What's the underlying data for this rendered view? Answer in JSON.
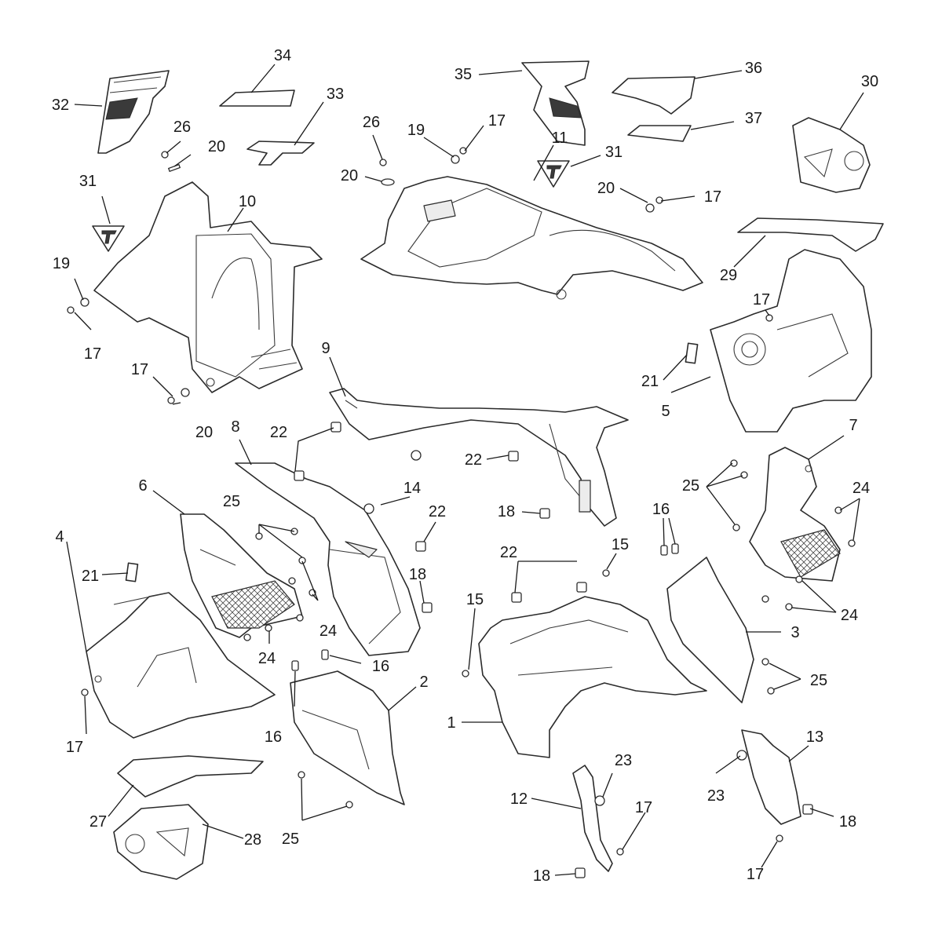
{
  "callouts": [
    {
      "id": "c1",
      "text": "1"
    },
    {
      "id": "c2",
      "text": "2"
    },
    {
      "id": "c3",
      "text": "3"
    },
    {
      "id": "c4",
      "text": "4"
    },
    {
      "id": "c5",
      "text": "5"
    },
    {
      "id": "c6",
      "text": "6"
    },
    {
      "id": "c7",
      "text": "7"
    },
    {
      "id": "c8",
      "text": "8"
    },
    {
      "id": "c9",
      "text": "9"
    },
    {
      "id": "c10",
      "text": "10"
    },
    {
      "id": "c11",
      "text": "11"
    },
    {
      "id": "c12",
      "text": "12"
    },
    {
      "id": "c13",
      "text": "13"
    },
    {
      "id": "c14",
      "text": "14"
    },
    {
      "id": "c15a",
      "text": "15"
    },
    {
      "id": "c15b",
      "text": "15"
    },
    {
      "id": "c16a",
      "text": "16"
    },
    {
      "id": "c16b",
      "text": "16"
    },
    {
      "id": "c16c",
      "text": "16"
    },
    {
      "id": "c17a",
      "text": "17"
    },
    {
      "id": "c17b",
      "text": "17"
    },
    {
      "id": "c17c",
      "text": "17"
    },
    {
      "id": "c17d",
      "text": "17"
    },
    {
      "id": "c17e",
      "text": "17"
    },
    {
      "id": "c17f",
      "text": "17"
    },
    {
      "id": "c17g",
      "text": "17"
    },
    {
      "id": "c17h",
      "text": "17"
    },
    {
      "id": "c18a",
      "text": "18"
    },
    {
      "id": "c18b",
      "text": "18"
    },
    {
      "id": "c18c",
      "text": "18"
    },
    {
      "id": "c18d",
      "text": "18"
    },
    {
      "id": "c19a",
      "text": "19"
    },
    {
      "id": "c19b",
      "text": "19"
    },
    {
      "id": "c20a",
      "text": "20"
    },
    {
      "id": "c20b",
      "text": "20"
    },
    {
      "id": "c20c",
      "text": "20"
    },
    {
      "id": "c20d",
      "text": "20"
    },
    {
      "id": "c21a",
      "text": "21"
    },
    {
      "id": "c21b",
      "text": "21"
    },
    {
      "id": "c22a",
      "text": "22"
    },
    {
      "id": "c22b",
      "text": "22"
    },
    {
      "id": "c22c",
      "text": "22"
    },
    {
      "id": "c22d",
      "text": "22"
    },
    {
      "id": "c23a",
      "text": "23"
    },
    {
      "id": "c23b",
      "text": "23"
    },
    {
      "id": "c24a",
      "text": "24"
    },
    {
      "id": "c24b",
      "text": "24"
    },
    {
      "id": "c24c",
      "text": "24"
    },
    {
      "id": "c24d",
      "text": "24"
    },
    {
      "id": "c25a",
      "text": "25"
    },
    {
      "id": "c25b",
      "text": "25"
    },
    {
      "id": "c25c",
      "text": "25"
    },
    {
      "id": "c25d",
      "text": "25"
    },
    {
      "id": "c26a",
      "text": "26"
    },
    {
      "id": "c26b",
      "text": "26"
    },
    {
      "id": "c27",
      "text": "27"
    },
    {
      "id": "c28",
      "text": "28"
    },
    {
      "id": "c29",
      "text": "29"
    },
    {
      "id": "c30",
      "text": "30"
    },
    {
      "id": "c31a",
      "text": "31"
    },
    {
      "id": "c31b",
      "text": "31"
    },
    {
      "id": "c32",
      "text": "32"
    },
    {
      "id": "c33",
      "text": "33"
    },
    {
      "id": "c34",
      "text": "34"
    },
    {
      "id": "c35",
      "text": "35"
    },
    {
      "id": "c36",
      "text": "36"
    },
    {
      "id": "c37",
      "text": "37"
    }
  ],
  "colors": {
    "line": "#2b2b2b",
    "shade": "#ececec",
    "background": "#ffffff"
  }
}
